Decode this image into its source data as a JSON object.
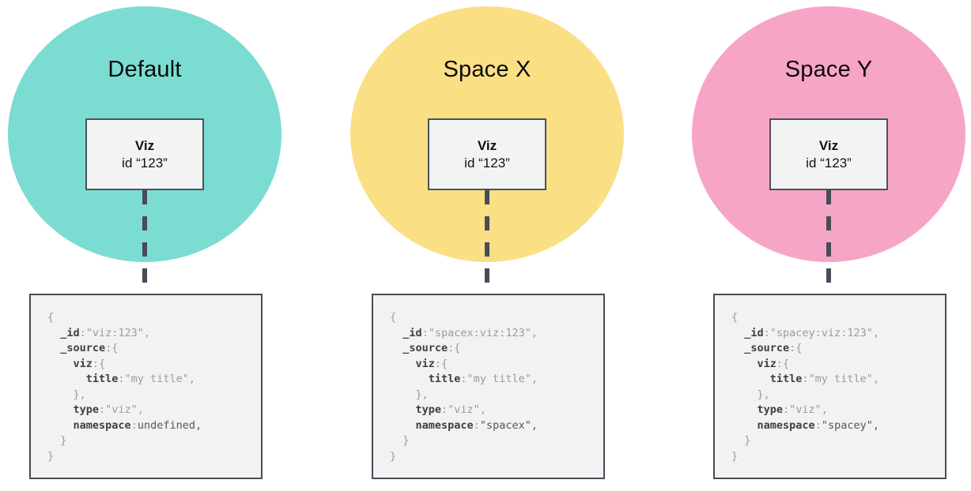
{
  "page": {
    "background": "#ffffff",
    "node_border_color": "#4d525c",
    "node_fill_color": "#f2f3f3",
    "code_border_color": "#474c57",
    "code_fill_color": "#f2f2f2",
    "dash_color": "#474c57",
    "code_key_color": "#3e3e45",
    "code_plain_color": "#9b9ba0",
    "code_emph_color": "#55555c"
  },
  "columns": [
    {
      "name": "default",
      "space_label": "Default",
      "circle_color": "#7bdcd2",
      "viz_box": {
        "title": "Viz",
        "id_text": "id “123”"
      },
      "code_lines": [
        [
          {
            "t": "{",
            "s": "p"
          }
        ],
        [
          {
            "t": "  ",
            "s": "p"
          },
          {
            "t": "_id",
            "s": "k"
          },
          {
            "t": ":\"viz:123\",",
            "s": "p"
          }
        ],
        [
          {
            "t": "  ",
            "s": "p"
          },
          {
            "t": "_source",
            "s": "k"
          },
          {
            "t": ":{",
            "s": "p"
          }
        ],
        [
          {
            "t": "    ",
            "s": "p"
          },
          {
            "t": "viz",
            "s": "k"
          },
          {
            "t": ":{",
            "s": "p"
          }
        ],
        [
          {
            "t": "      ",
            "s": "p"
          },
          {
            "t": "title",
            "s": "k"
          },
          {
            "t": ":\"my title\",",
            "s": "p"
          }
        ],
        [
          {
            "t": "    },",
            "s": "p"
          }
        ],
        [
          {
            "t": "    ",
            "s": "p"
          },
          {
            "t": "type",
            "s": "k"
          },
          {
            "t": ":\"viz\",",
            "s": "p"
          }
        ],
        [
          {
            "t": "    ",
            "s": "p"
          },
          {
            "t": "namespace",
            "s": "k"
          },
          {
            "t": ":",
            "s": "p"
          },
          {
            "t": "undefined,",
            "s": "e"
          }
        ],
        [
          {
            "t": "  }",
            "s": "p"
          }
        ],
        [
          {
            "t": "}",
            "s": "p"
          }
        ]
      ]
    },
    {
      "name": "space-x",
      "space_label": "Space X",
      "circle_color": "#fbdf85",
      "viz_box": {
        "title": "Viz",
        "id_text": "id “123”"
      },
      "code_lines": [
        [
          {
            "t": "{",
            "s": "p"
          }
        ],
        [
          {
            "t": "  ",
            "s": "p"
          },
          {
            "t": "_id",
            "s": "k"
          },
          {
            "t": ":\"spacex:viz:123\",",
            "s": "p"
          }
        ],
        [
          {
            "t": "  ",
            "s": "p"
          },
          {
            "t": "_source",
            "s": "k"
          },
          {
            "t": ":{",
            "s": "p"
          }
        ],
        [
          {
            "t": "    ",
            "s": "p"
          },
          {
            "t": "viz",
            "s": "k"
          },
          {
            "t": ":{",
            "s": "p"
          }
        ],
        [
          {
            "t": "      ",
            "s": "p"
          },
          {
            "t": "title",
            "s": "k"
          },
          {
            "t": ":\"my title\",",
            "s": "p"
          }
        ],
        [
          {
            "t": "    },",
            "s": "p"
          }
        ],
        [
          {
            "t": "    ",
            "s": "p"
          },
          {
            "t": "type",
            "s": "k"
          },
          {
            "t": ":\"viz\",",
            "s": "p"
          }
        ],
        [
          {
            "t": "    ",
            "s": "p"
          },
          {
            "t": "namespace",
            "s": "k"
          },
          {
            "t": ":",
            "s": "p"
          },
          {
            "t": "\"spacex\",",
            "s": "e"
          }
        ],
        [
          {
            "t": "  }",
            "s": "p"
          }
        ],
        [
          {
            "t": "}",
            "s": "p"
          }
        ]
      ]
    },
    {
      "name": "space-y",
      "space_label": "Space Y",
      "circle_color": "#f6a5c6",
      "viz_box": {
        "title": "Viz",
        "id_text": "id “123”"
      },
      "code_lines": [
        [
          {
            "t": "{",
            "s": "p"
          }
        ],
        [
          {
            "t": "  ",
            "s": "p"
          },
          {
            "t": "_id",
            "s": "k"
          },
          {
            "t": ":\"spacey:viz:123\",",
            "s": "p"
          }
        ],
        [
          {
            "t": "  ",
            "s": "p"
          },
          {
            "t": "_source",
            "s": "k"
          },
          {
            "t": ":{",
            "s": "p"
          }
        ],
        [
          {
            "t": "    ",
            "s": "p"
          },
          {
            "t": "viz",
            "s": "k"
          },
          {
            "t": ":{",
            "s": "p"
          }
        ],
        [
          {
            "t": "      ",
            "s": "p"
          },
          {
            "t": "title",
            "s": "k"
          },
          {
            "t": ":\"my title\",",
            "s": "p"
          }
        ],
        [
          {
            "t": "    },",
            "s": "p"
          }
        ],
        [
          {
            "t": "    ",
            "s": "p"
          },
          {
            "t": "type",
            "s": "k"
          },
          {
            "t": ":\"viz\",",
            "s": "p"
          }
        ],
        [
          {
            "t": "    ",
            "s": "p"
          },
          {
            "t": "namespace",
            "s": "k"
          },
          {
            "t": ":",
            "s": "p"
          },
          {
            "t": "\"spacey\",",
            "s": "e"
          }
        ],
        [
          {
            "t": "  }",
            "s": "p"
          }
        ],
        [
          {
            "t": "}",
            "s": "p"
          }
        ]
      ]
    }
  ]
}
